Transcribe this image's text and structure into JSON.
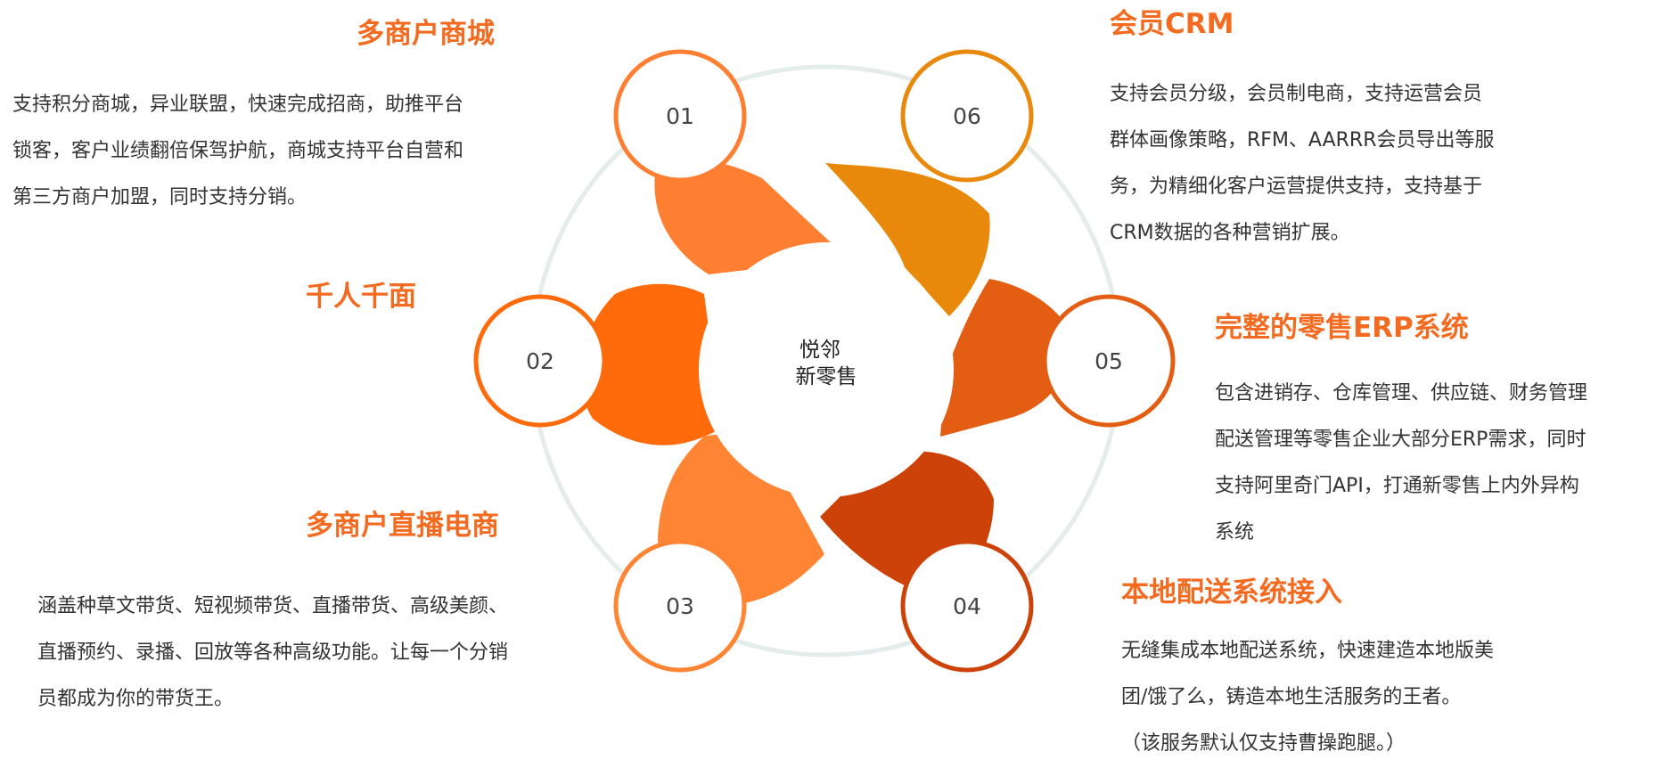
{
  "center_label": [
    "悦邻",
    "新零售"
  ],
  "colors": {
    "title": "#f36b21",
    "ring": "#e5ecec",
    "petals": [
      "#ff7f32",
      "#ff6a0a",
      "#ff8433",
      "#cc4208",
      "#e35d12",
      "#e8890c"
    ]
  },
  "nodes": [
    {
      "num": "01",
      "title": "多商户商城",
      "desc": "支持积分商城，异业联盟，快速完成招商，助推平台\n锁客，客户业绩翻倍保驾护航，商城支持平台自营和\n第三方商户加盟，同时支持分销。"
    },
    {
      "num": "02",
      "title": "千人千面",
      "desc": ""
    },
    {
      "num": "03",
      "title": "多商户直播电商",
      "desc": "涵盖种草文带货、短视频带货、直播带货、高级美颜、\n直播预约、录播、回放等各种高级功能。让每一个分销\n员都成为你的带货王。"
    },
    {
      "num": "04",
      "title": "本地配送系统接入",
      "desc": "无缝集成本地配送系统，快速建造本地版美\n团/饿了么，铸造本地生活服务的王者。\n（该服务默认仅支持曹操跑腿。）"
    },
    {
      "num": "05",
      "title": "完整的零售ERP系统",
      "desc": "包含进销存、仓库管理、供应链、财务管理\n配送管理等零售企业大部分ERP需求，同时\n支持阿里奇门API，打通新零售上内外异构\n系统"
    },
    {
      "num": "06",
      "title": "会员CRM",
      "desc": "支持会员分级，会员制电商，支持运营会员\n群体画像策略，RFM、AARRR会员导出等服\n务，为精细化客户运营提供支持，支持基于\nCRM数据的各种营销扩展。"
    }
  ]
}
